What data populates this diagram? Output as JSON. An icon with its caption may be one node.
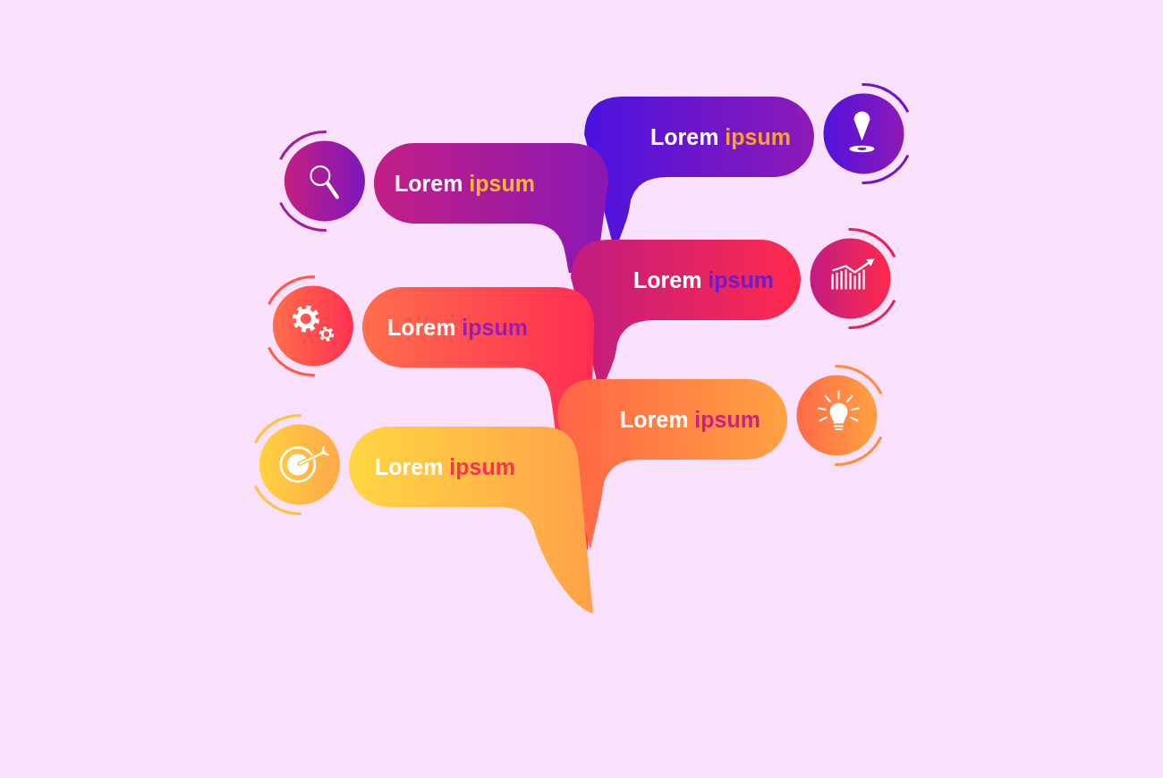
{
  "diagram": {
    "nodes": [
      {
        "text": [
          "Lorem ipsum"
        ]
      },
      {
        "text": [
          "Lorem ipsum"
        ]
      },
      {
        "text": [
          "Lorem ipsum"
        ]
      },
      {
        "text": [
          "Lorem ipsum"
        ]
      },
      {
        "text": [
          "Lorem ipsum"
        ]
      },
      {
        "text": [
          "Lorem ipsum"
        ]
      }
    ]
  }
}
